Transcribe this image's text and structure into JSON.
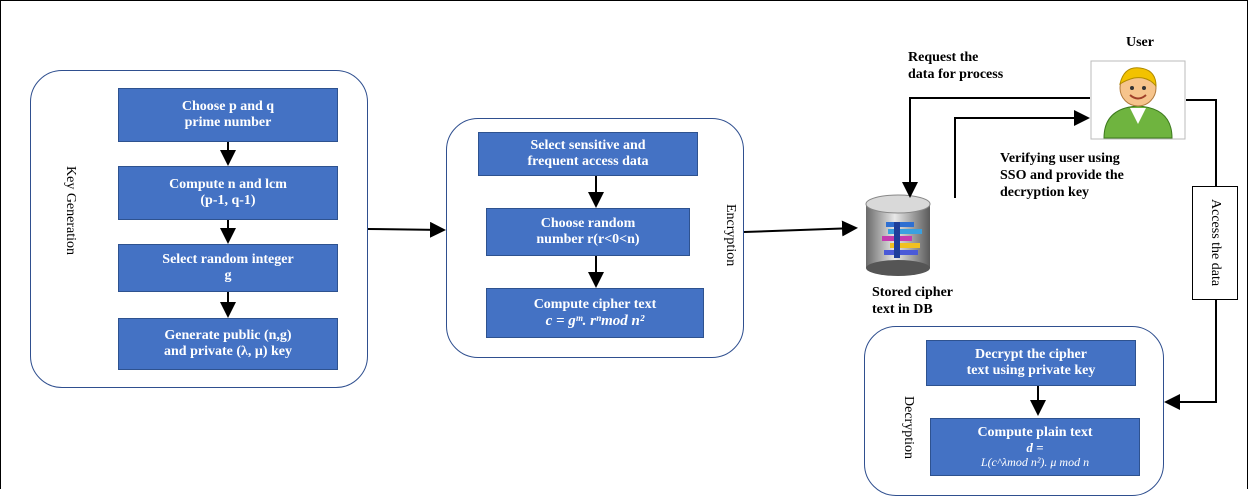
{
  "keygen": {
    "label": "Key Generation",
    "steps": [
      "Choose p and q\nprime number",
      "Compute n and lcm\n(p-1, q-1)",
      "Select random integer\ng",
      "Generate public (n,g)\nand private (λ, μ) key"
    ]
  },
  "encryption": {
    "label": "Encryption",
    "steps": [
      "Select sensitive and\nfrequent access data",
      "Choose random\nnumber r(r<0<n)"
    ],
    "compute_title": "Compute cipher text",
    "compute_formula": "c = gᵐ. rⁿmod n²"
  },
  "database": {
    "icon": "database-icon",
    "caption": "Stored cipher\ntext in DB"
  },
  "user": {
    "label": "User",
    "icon": "user-avatar-icon"
  },
  "request_label": "Request the\ndata for process",
  "verify_label": "Verifying user using\nSSO and provide the\ndecryption key",
  "access_label": "Access the data",
  "decryption": {
    "label": "Decryption",
    "step": "Decrypt the cipher\ntext using private key",
    "compute_title": "Compute plain text",
    "compute_formula_1": "d =",
    "compute_formula_2": "L(c^λmod n²). μ mod n"
  },
  "colors": {
    "box_fill": "#4472c4",
    "box_border": "#2e528f",
    "panel_border": "#2f4f8f"
  }
}
